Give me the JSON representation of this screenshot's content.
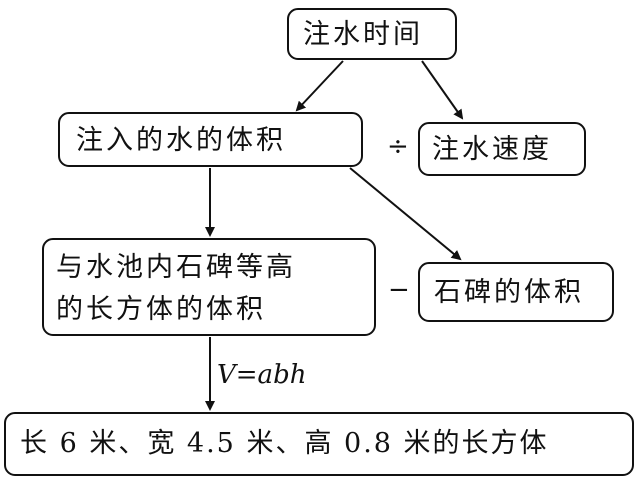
{
  "nodes": {
    "top": "注水时间",
    "water_volume": "注入的水的体积",
    "speed": "注水速度",
    "pool_box_line1": "与水池内石碑等高",
    "pool_box_line2": "的长方体的体积",
    "stone_volume": "石碑的体积",
    "bottom": "长 6 米、宽 4.5 米、高 0.8 米的长方体"
  },
  "operators": {
    "divide": "÷",
    "minus": "−"
  },
  "formula": "V=abh",
  "colors": {
    "line": "#111111",
    "background": "#ffffff"
  }
}
